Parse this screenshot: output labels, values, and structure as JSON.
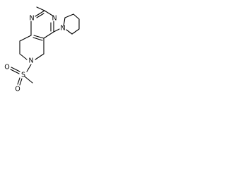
{
  "molecule": {
    "labels": {
      "n_pyrimidine_top": "N",
      "n_pyrimidine_left": "N",
      "n_piperidine": "N",
      "n_ring": "N",
      "s": "S",
      "o_top": "O",
      "o_bottom": "O"
    }
  }
}
